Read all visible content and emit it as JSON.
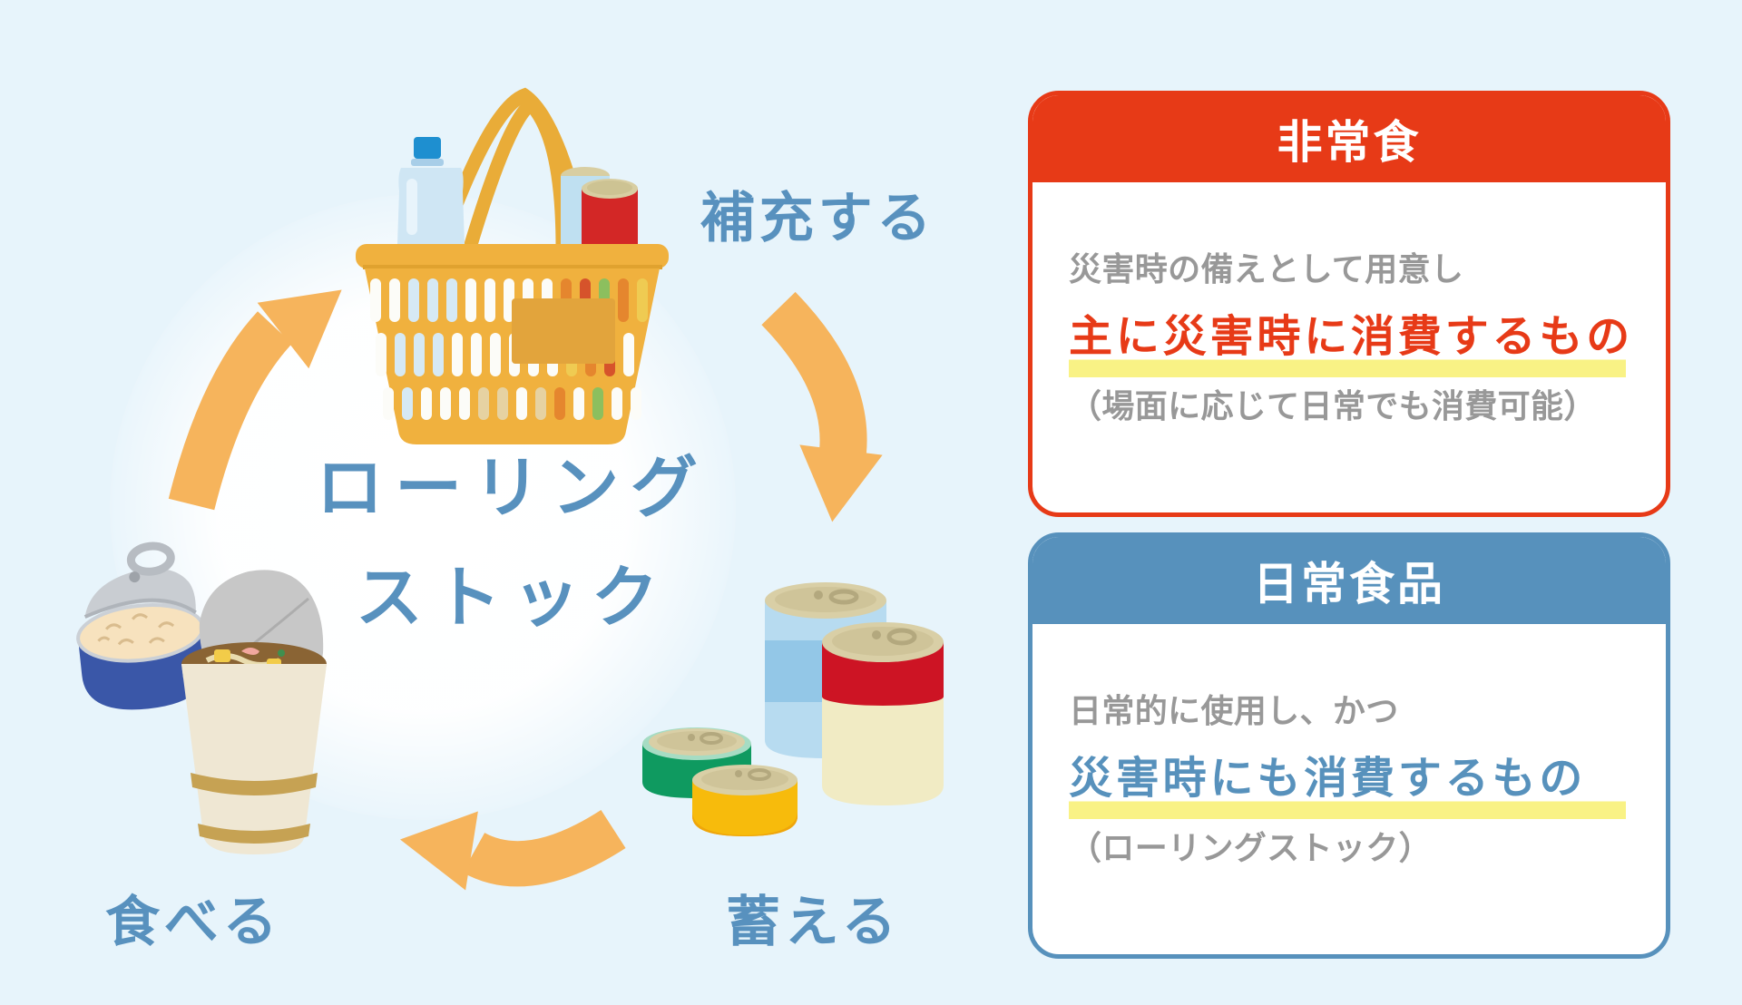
{
  "diagram": {
    "title_line1": "ローリング",
    "title_line2": "ストック",
    "step_replenish": "補充する",
    "step_store": "蓄える",
    "step_eat": "食べる"
  },
  "cards": {
    "emergency": {
      "title": "非常食",
      "note": "災害時の備えとして用意し",
      "point": "主に災害時に消費するもの",
      "sub": "（場面に応じて日常でも消費可能）"
    },
    "daily": {
      "title": "日常食品",
      "note": "日常的に使用し、かつ",
      "point": "災害時にも消費するもの",
      "sub": "（ローリングストック）"
    }
  },
  "palette": {
    "background": "#E7F4FB",
    "cycle_text_blue": "#5891BE",
    "arrow_orange": "#F6B45C",
    "emergency_red": "#E73A17",
    "daily_blue": "#5791BC",
    "note_gray": "#989898",
    "highlight_yellow": "#F9F285",
    "basket_yellow": "#F0B13E"
  }
}
